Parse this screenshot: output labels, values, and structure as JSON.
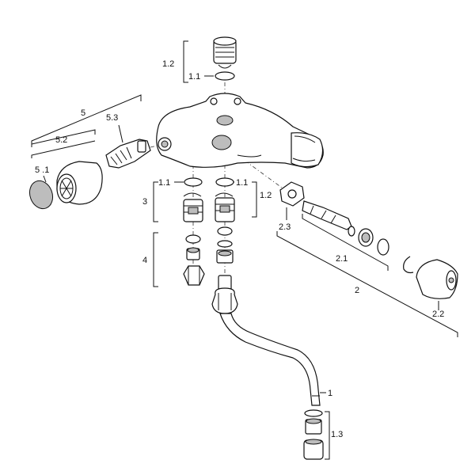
{
  "labels": {
    "l_1_2_top": "1.2",
    "l_1_1_top": "1.1",
    "l_5": "5",
    "l_5_2": "5.2",
    "l_5_3": "5.3",
    "l_5_1": "5 .1",
    "l_3": "3",
    "l_1_1_left": "1.1",
    "l_1_1_right": "1.1",
    "l_1_2_right": "1.2",
    "l_2_3": "2.3",
    "l_4": "4",
    "l_2_1": "2.1",
    "l_2": "2",
    "l_2_2": "2.2",
    "l_1": "1",
    "l_1_3": "1.3"
  }
}
